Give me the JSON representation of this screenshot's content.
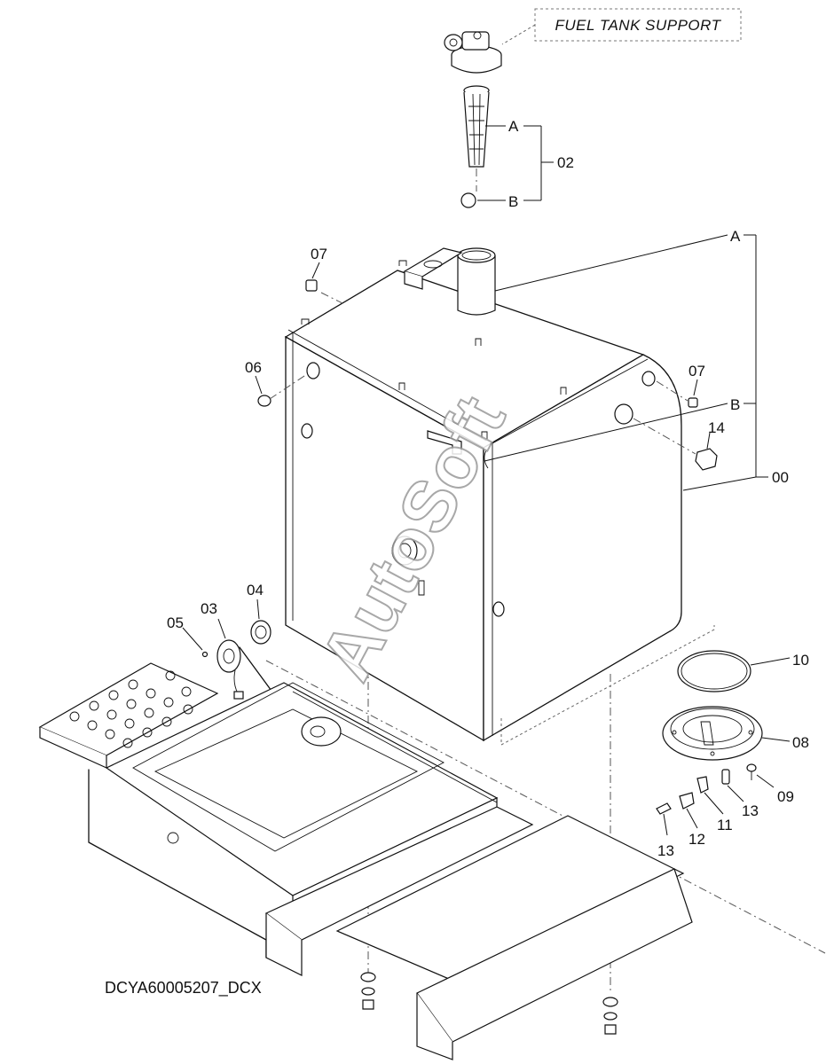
{
  "reference_code": "DCYA60005207_DCX",
  "support_label": "FUEL TANK SUPPORT",
  "watermark": "AutoSoft",
  "callouts": {
    "p00": "00",
    "p02": "02",
    "p03": "03",
    "p04": "04",
    "p05": "05",
    "p06": "06",
    "p07a": "07",
    "p07b": "07",
    "p08": "08",
    "p09": "09",
    "p10": "10",
    "p11": "11",
    "p12": "12",
    "p13a": "13",
    "p13b": "13",
    "p14": "14",
    "sub_a_top": "A",
    "sub_b_top": "B",
    "sub_a_tank": "A",
    "sub_b_tank": "B"
  }
}
